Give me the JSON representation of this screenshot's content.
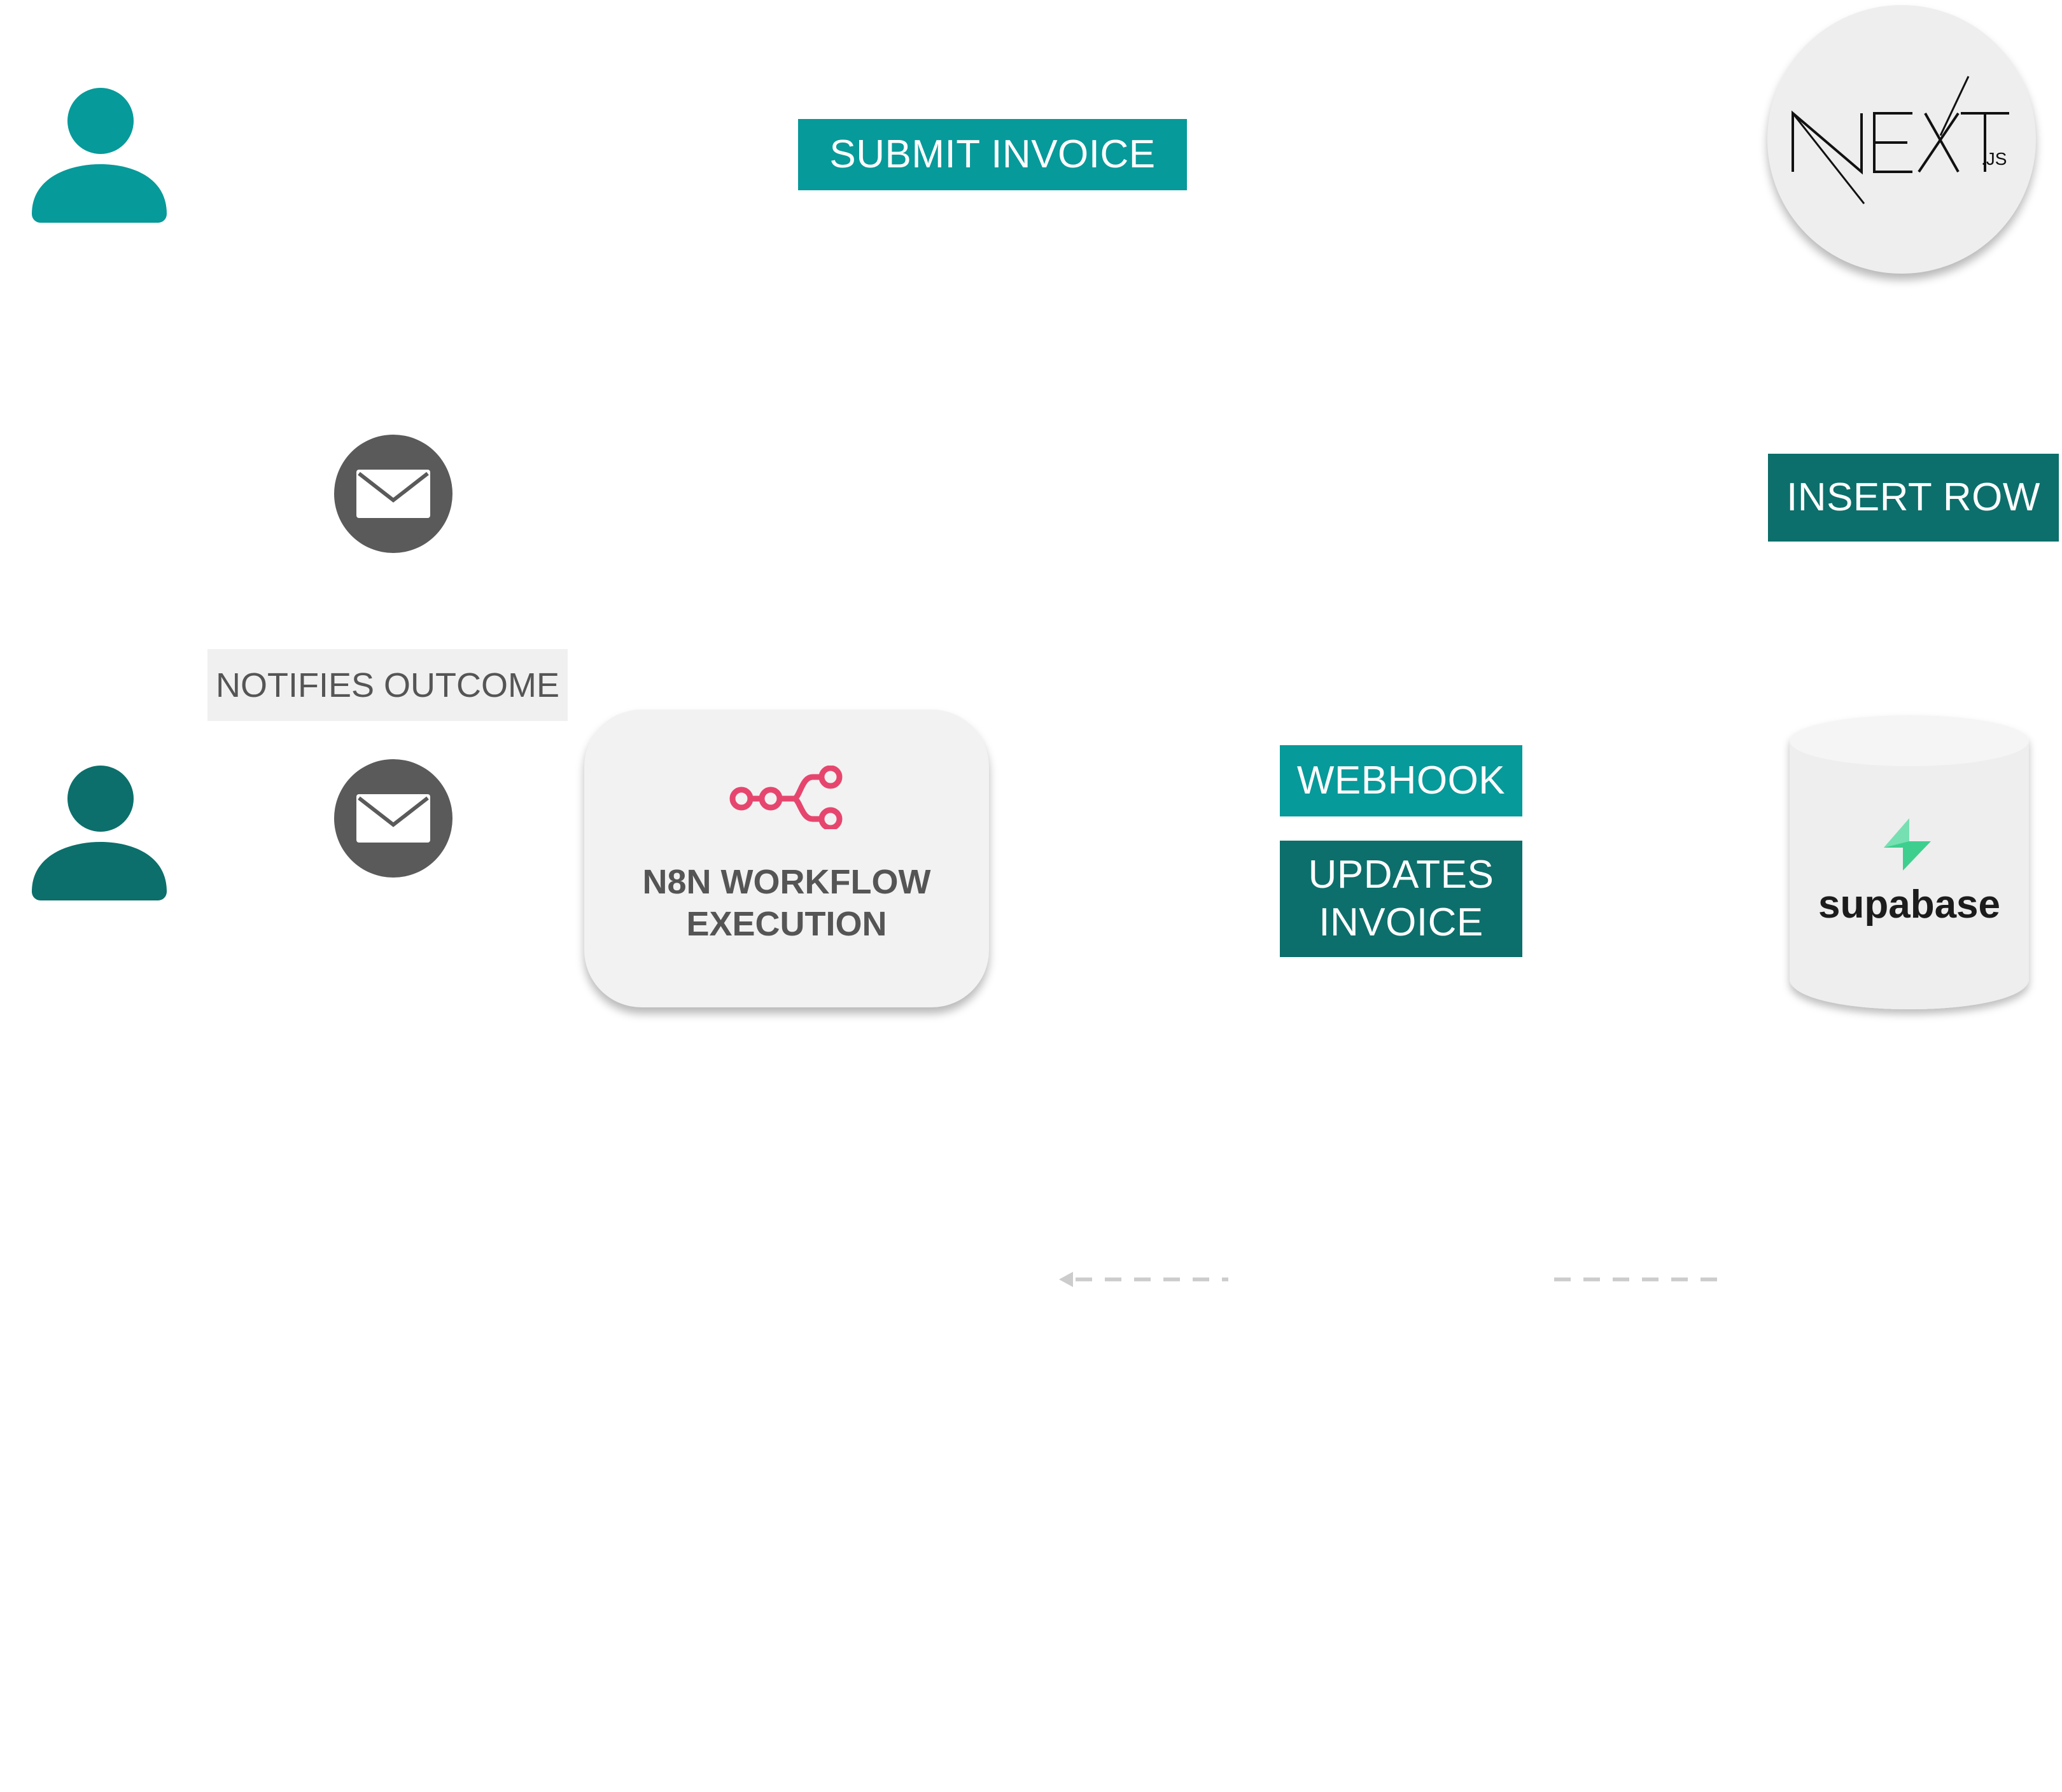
{
  "actors": {
    "submitter": {
      "icon": "person-icon",
      "color": "#079a9a"
    },
    "recipient": {
      "icon": "person-icon",
      "color": "#0c6f6b"
    }
  },
  "steps": {
    "submit_invoice": "SUBMIT INVOICE",
    "insert_row": "INSERT ROW",
    "webhook": "WEBHOOK",
    "updates_invoice_line1": "UPDATES",
    "updates_invoice_line2": "INVOICE",
    "notifies_outcome": "NOTIFIES OUTCOME"
  },
  "nodes": {
    "nextjs": {
      "logo_text": "NEXT",
      "logo_suffix": ".JS"
    },
    "n8n": {
      "line1": "N8N WORKFLOW",
      "line2": "EXECUTION",
      "icon": "workflow-icon",
      "icon_color": "#e6466e"
    },
    "supabase": {
      "logo_text": "supabase",
      "icon": "bolt-icon",
      "icon_color": "#3ecf8e"
    }
  },
  "icons": {
    "mail": "mail-icon"
  },
  "colors": {
    "teal": "#079a9a",
    "dark_teal": "#0c6f6b",
    "mail_circle": "#5a5a5a",
    "connector": "#cccccc"
  }
}
